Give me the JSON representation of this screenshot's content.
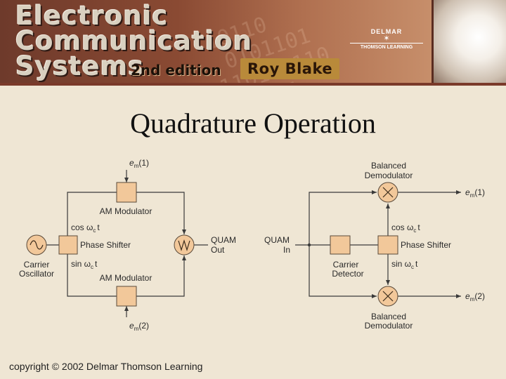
{
  "banner": {
    "line1": "Electronic",
    "line2": "Communication",
    "line3": "Systems",
    "edition": "2nd edition",
    "author": "Roy Blake",
    "publisher_top": "DELMAR",
    "publisher_bottom": "THOMSON LEARNING"
  },
  "slide": {
    "title": "Quadrature Operation"
  },
  "modulator": {
    "input_top": "e",
    "input_top_sub": "m",
    "input_top_arg": "(1)",
    "input_bottom": "e",
    "input_bottom_sub": "m",
    "input_bottom_arg": "(2)",
    "am_top": "AM Modulator",
    "am_bottom": "AM Modulator",
    "cos_label": "cos ω",
    "cos_sub": "c",
    "cos_t": "t",
    "sin_label": "sin ω",
    "sin_sub": "c",
    "sin_t": "t",
    "phase_shifter": "Phase Shifter",
    "carrier_line1": "Carrier",
    "carrier_line2": "Oscillator",
    "output_line1": "QUAM",
    "output_line2": "Out"
  },
  "demodulator": {
    "input_line1": "QUAM",
    "input_line2": "In",
    "bal_top_line1": "Balanced",
    "bal_top_line2": "Demodulator",
    "bal_bottom_line1": "Balanced",
    "bal_bottom_line2": "Demodulator",
    "output_top": "e",
    "output_top_sub": "m",
    "output_top_arg": "(1)",
    "output_bottom": "e",
    "output_bottom_sub": "m",
    "output_bottom_arg": "(2)",
    "cos_label": "cos ω",
    "cos_sub": "c",
    "cos_t": "t",
    "sin_label": "sin ω",
    "sin_sub": "c",
    "sin_t": "t",
    "phase_shifter": "Phase Shifter",
    "detector_line1": "Carrier",
    "detector_line2": "Detector"
  },
  "footer": {
    "text": "copyright © 2002 Delmar Thomson Learning"
  }
}
